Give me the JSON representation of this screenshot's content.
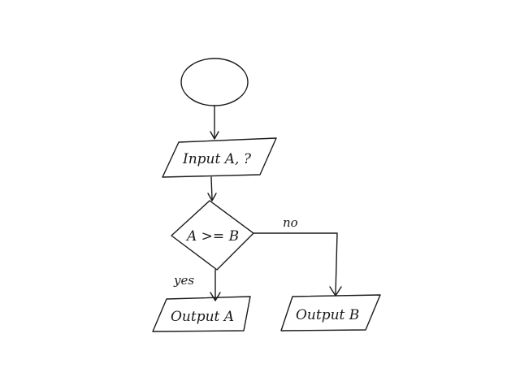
{
  "diagram": {
    "start": "",
    "input": "Input A, ?",
    "decision": "A >= B",
    "branch_no": "no",
    "branch_yes": "yes",
    "output_a": "Output A",
    "output_b": "Output B"
  }
}
